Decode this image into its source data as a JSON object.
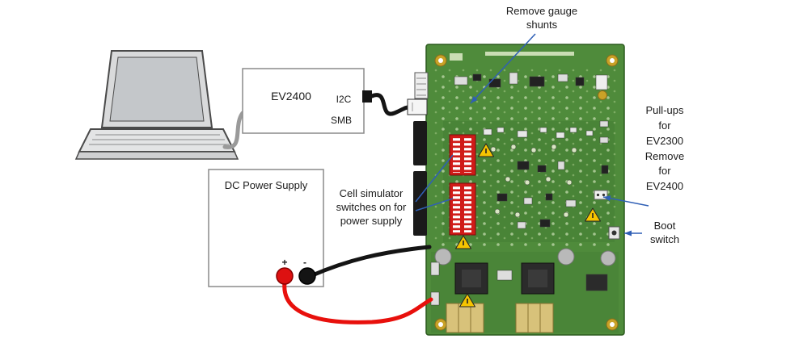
{
  "labels": {
    "remove_gauge_shunts": "Remove gauge\nshunts",
    "cell_simulator": "Cell simulator\nswitches on for\npower supply",
    "pullups": "Pull-ups\nfor\nEV2300\nRemove\nfor\nEV2400",
    "boot_switch": "Boot\nswitch",
    "ev2400": "EV2400",
    "i2c": "I2C",
    "smb": "SMB",
    "dc_power_supply": "DC Power Supply",
    "plus": "+",
    "minus": "-"
  },
  "colors": {
    "annotation_blue": "#2f5fb5",
    "board_green": "#4f8b3b",
    "board_border": "#2c5a1e",
    "dip_red": "#d01b18",
    "wire_red": "#e8100c",
    "wire_black": "#141414",
    "warning_yellow": "#f5c400"
  }
}
